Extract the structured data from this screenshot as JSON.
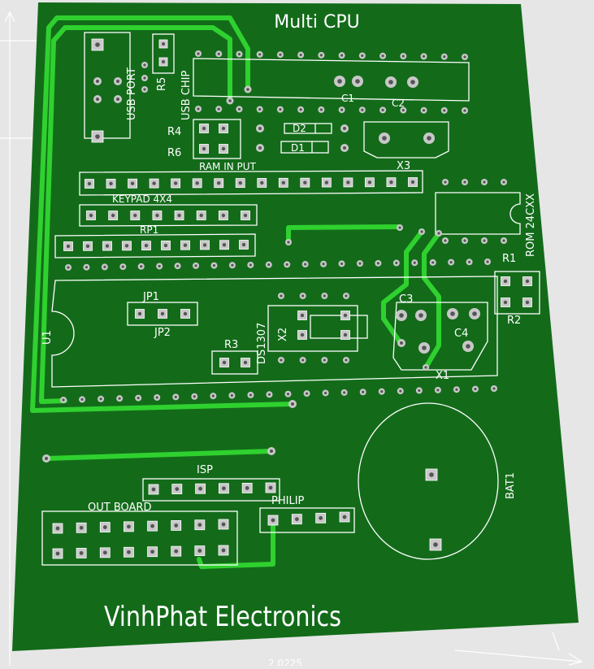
{
  "board": {
    "title": "Multi CPU",
    "footer": "VinhPhat Electronics",
    "dimension_label": "2.0225",
    "colors": {
      "substrate": "#136b1a",
      "trace": "#2fd12f",
      "silk": "#ffffff",
      "pad": "#c8c8c8",
      "background": "#e6e6e6"
    }
  },
  "labels": {
    "usb_port": "USB PORT",
    "usb_chip": "USB CHIP",
    "r5": "R5",
    "r4": "R4",
    "r6": "R6",
    "d2": "D2",
    "d1": "D1",
    "c1": "C1",
    "c2": "C2",
    "x3": "X3",
    "ram_input": "RAM  IN PUT",
    "keypad": "KEYPAD  4X4",
    "rp1": "RP1",
    "rom": "ROM 24CXX",
    "r1": "R1",
    "r2": "R2",
    "u1": "U1",
    "jp1": "JP1",
    "jp2": "JP2",
    "r3": "R3",
    "ds1307": "DS1307",
    "x2": "X2",
    "c3": "C3",
    "c4": "C4",
    "x1": "X1",
    "bat1": "BAT1",
    "isp": "ISP",
    "out_board": "OUT  BOARD",
    "philip": "PHILIP"
  },
  "icons": [
    "axis-arrow-icon"
  ]
}
